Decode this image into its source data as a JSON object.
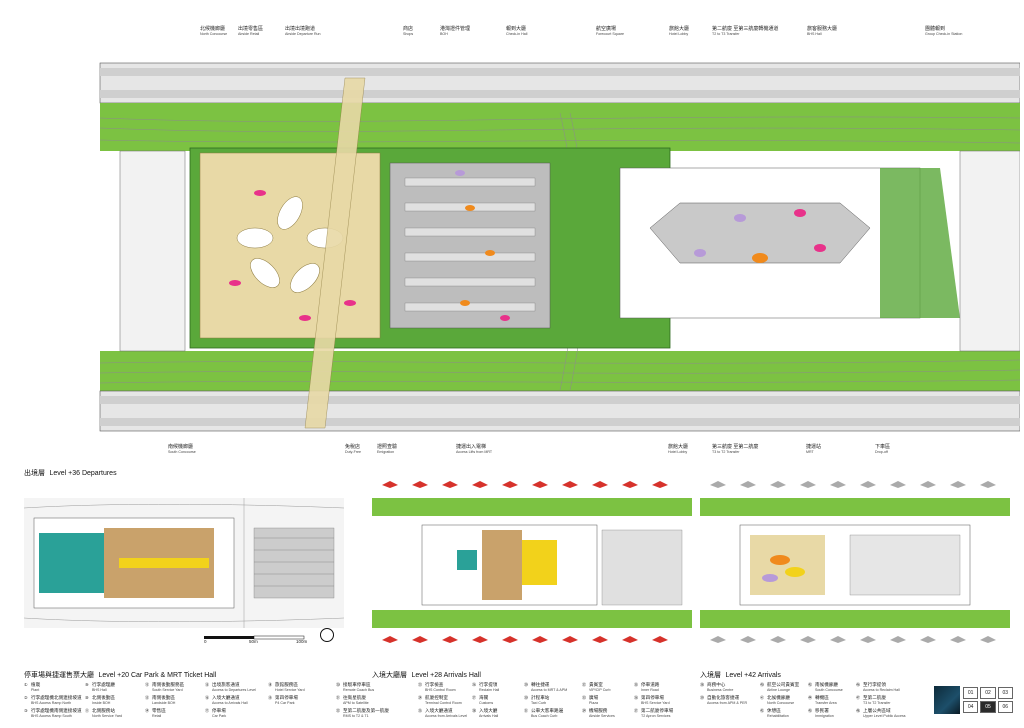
{
  "top_callouts": [
    {
      "zh": "北候機廊廳",
      "en": "North Concourse"
    },
    {
      "zh": "出境零售區",
      "en": "Airside Retail"
    },
    {
      "zh": "出境出境跑道",
      "en": "Airside Departure Run"
    },
    {
      "zh": "商店",
      "en": "Shops"
    },
    {
      "zh": "港灣證件管理",
      "en": "BOH"
    },
    {
      "zh": "報到大廳",
      "en": "Check-in Hall"
    },
    {
      "zh": "航空廣場",
      "en": "Forecourt Square"
    },
    {
      "zh": "旅館大廳",
      "en": "Hotel Lobby"
    },
    {
      "zh": "第二航廈 至第三航廈轉機通道",
      "en": "T2 to T3 Transfer"
    },
    {
      "zh": "旅客服務大廳",
      "en": "BHS Hall"
    },
    {
      "zh": "團體報到",
      "en": "Group Check-in Station"
    }
  ],
  "bottom_callouts": [
    {
      "zh": "南候機廊廳",
      "en": "South Concourse"
    },
    {
      "zh": "免稅店",
      "en": "Duty-Free"
    },
    {
      "zh": "證照查驗",
      "en": "Emigration"
    },
    {
      "zh": "捷運出入電梯",
      "en": "Access Lifts from MRT"
    },
    {
      "zh": "旅館大廳",
      "en": "Hotel Lobby"
    },
    {
      "zh": "第三航廈 至第二航廈",
      "en": "T3 to T2 Transfer"
    },
    {
      "zh": "捷運站",
      "en": "MRT"
    },
    {
      "zh": "下車區",
      "en": "Drop-off"
    }
  ],
  "level_labels": {
    "departures": {
      "zh": "出境層",
      "en": "Level +36 Departures"
    },
    "carpark": {
      "zh": "停車場與捷運售票大廳",
      "en": "Level +20 Car Park & MRT Ticket Hall"
    },
    "arrivals": {
      "zh": "入境大廳層",
      "en": "Level +28 Arrivals Hall"
    },
    "arrivals42": {
      "zh": "入境層",
      "en": "Level +42 Arrivals"
    }
  },
  "legend": [
    [
      {
        "num": "①",
        "zh": "植栽",
        "en": "Plant"
      },
      {
        "num": "②",
        "zh": "行李處理機北側連接坡道",
        "en": "BHS Access Ramp North"
      },
      {
        "num": "③",
        "zh": "行李處理機南側連接坡道",
        "en": "BHS Access Ramp South"
      }
    ],
    [
      {
        "num": "⑨",
        "zh": "行李處理廳",
        "en": "BHS Hall"
      },
      {
        "num": "⑩",
        "zh": "北側後勤區",
        "en": "Inside BOH"
      },
      {
        "num": "⑪",
        "zh": "北側服務站",
        "en": "North Service Yard"
      }
    ],
    [
      {
        "num": "⑫",
        "zh": "南側後勤服務區",
        "en": "South Service Yard"
      },
      {
        "num": "⑬",
        "zh": "南側後勤區",
        "en": "Landside BOH"
      },
      {
        "num": "⑭",
        "zh": "零售區",
        "en": "Retail"
      }
    ],
    [
      {
        "num": "⑮",
        "zh": "出境旅客通道",
        "en": "Access to Departures Level"
      },
      {
        "num": "⑯",
        "zh": "入境大廳通道",
        "en": "Access to Arrivals Hall"
      },
      {
        "num": "⑰",
        "zh": "停車場",
        "en": "Car Park"
      }
    ],
    [
      {
        "num": "⑱",
        "zh": "旅館服務區",
        "en": "Hotel Service Yard"
      },
      {
        "num": "⑲",
        "zh": "第四停車場",
        "en": "P4 Car Park"
      }
    ],
    [
      {
        "num": "⑳",
        "zh": "接駁車停車區",
        "en": "Remote Coach Bus"
      },
      {
        "num": "㉑",
        "zh": "往衛星航廈",
        "en": "APM to Satellite"
      },
      {
        "num": "㉒",
        "zh": "至第二航廈及第一航廈",
        "en": "RMS to T2 & T1"
      }
    ],
    [
      {
        "num": "㉓",
        "zh": "行李檢查",
        "en": "BHS Control Room"
      },
      {
        "num": "㉔",
        "zh": "航廈控制室",
        "en": "Terminal Control Room"
      },
      {
        "num": "㉕",
        "zh": "入境大廳通道",
        "en": "Access from Arrivals Level"
      }
    ],
    [
      {
        "num": "㉖",
        "zh": "行李提領",
        "en": "Reclaim Hall"
      },
      {
        "num": "㉗",
        "zh": "海關",
        "en": "Customs"
      },
      {
        "num": "㉘",
        "zh": "入境大廳",
        "en": "Arrivals Hall"
      }
    ],
    [
      {
        "num": "㉙",
        "zh": "轉往捷運",
        "en": "Access to MRT & APM"
      },
      {
        "num": "㉚",
        "zh": "計程車站",
        "en": "Taxi Curb"
      },
      {
        "num": "㉛",
        "zh": "公車大客車路邊",
        "en": "Bus Coach Curb"
      }
    ],
    [
      {
        "num": "㉜",
        "zh": "貴賓室",
        "en": "VIP/CIP Curb"
      },
      {
        "num": "㉝",
        "zh": "廣場",
        "en": "Plaza"
      },
      {
        "num": "㉞",
        "zh": "機場服務",
        "en": "Airside Services"
      }
    ],
    [
      {
        "num": "㉟",
        "zh": "停車道路",
        "en": "Inner Road"
      },
      {
        "num": "㊱",
        "zh": "第四停車場",
        "en": "BHS Service Yard"
      },
      {
        "num": "㊲",
        "zh": "第二航廈停車場",
        "en": "T2 Apron Services"
      }
    ],
    [
      {
        "num": "㊳",
        "zh": "商務中心",
        "en": "Business Centre"
      },
      {
        "num": "㊴",
        "zh": "自動化旅客捷運",
        "en": "Access from APM & PER"
      }
    ],
    [
      {
        "num": "㊵",
        "zh": "航空公司貴賓室",
        "en": "Airline Lounge"
      },
      {
        "num": "㊶",
        "zh": "北候機廊廳",
        "en": "North Concourse"
      },
      {
        "num": "㊷",
        "zh": "休憩區",
        "en": "Rehabilitation"
      }
    ],
    [
      {
        "num": "㊸",
        "zh": "南候機廊廳",
        "en": "South Concourse"
      },
      {
        "num": "㊹",
        "zh": "轉機區",
        "en": "Transfer Area"
      },
      {
        "num": "㊺",
        "zh": "移民署",
        "en": "Immigration"
      }
    ],
    [
      {
        "num": "㊻",
        "zh": "至行李提領",
        "en": "Access to Reclaim Hall"
      },
      {
        "num": "㊼",
        "zh": "至第二航廈",
        "en": "T3 to T2 Transfer"
      },
      {
        "num": "㊽",
        "zh": "上層公共區域",
        "en": "Upper Level Public Access"
      }
    ]
  ],
  "sheet_nav": [
    "01",
    "02",
    "03",
    "04",
    "05",
    "06"
  ],
  "sheet_active": "05",
  "colors": {
    "green": "#7cc242",
    "dark_green": "#3c8a2a",
    "road": "#d9d9d9",
    "beige": "#e8d9a6",
    "orange": "#f08a1c",
    "magenta": "#e8328a",
    "purple": "#b79ad8",
    "teal": "#2aa198",
    "yellow": "#f2d21b",
    "red": "#d6322b"
  },
  "scale_bar": {
    "labels": [
      "0",
      "50m",
      "100m"
    ]
  }
}
